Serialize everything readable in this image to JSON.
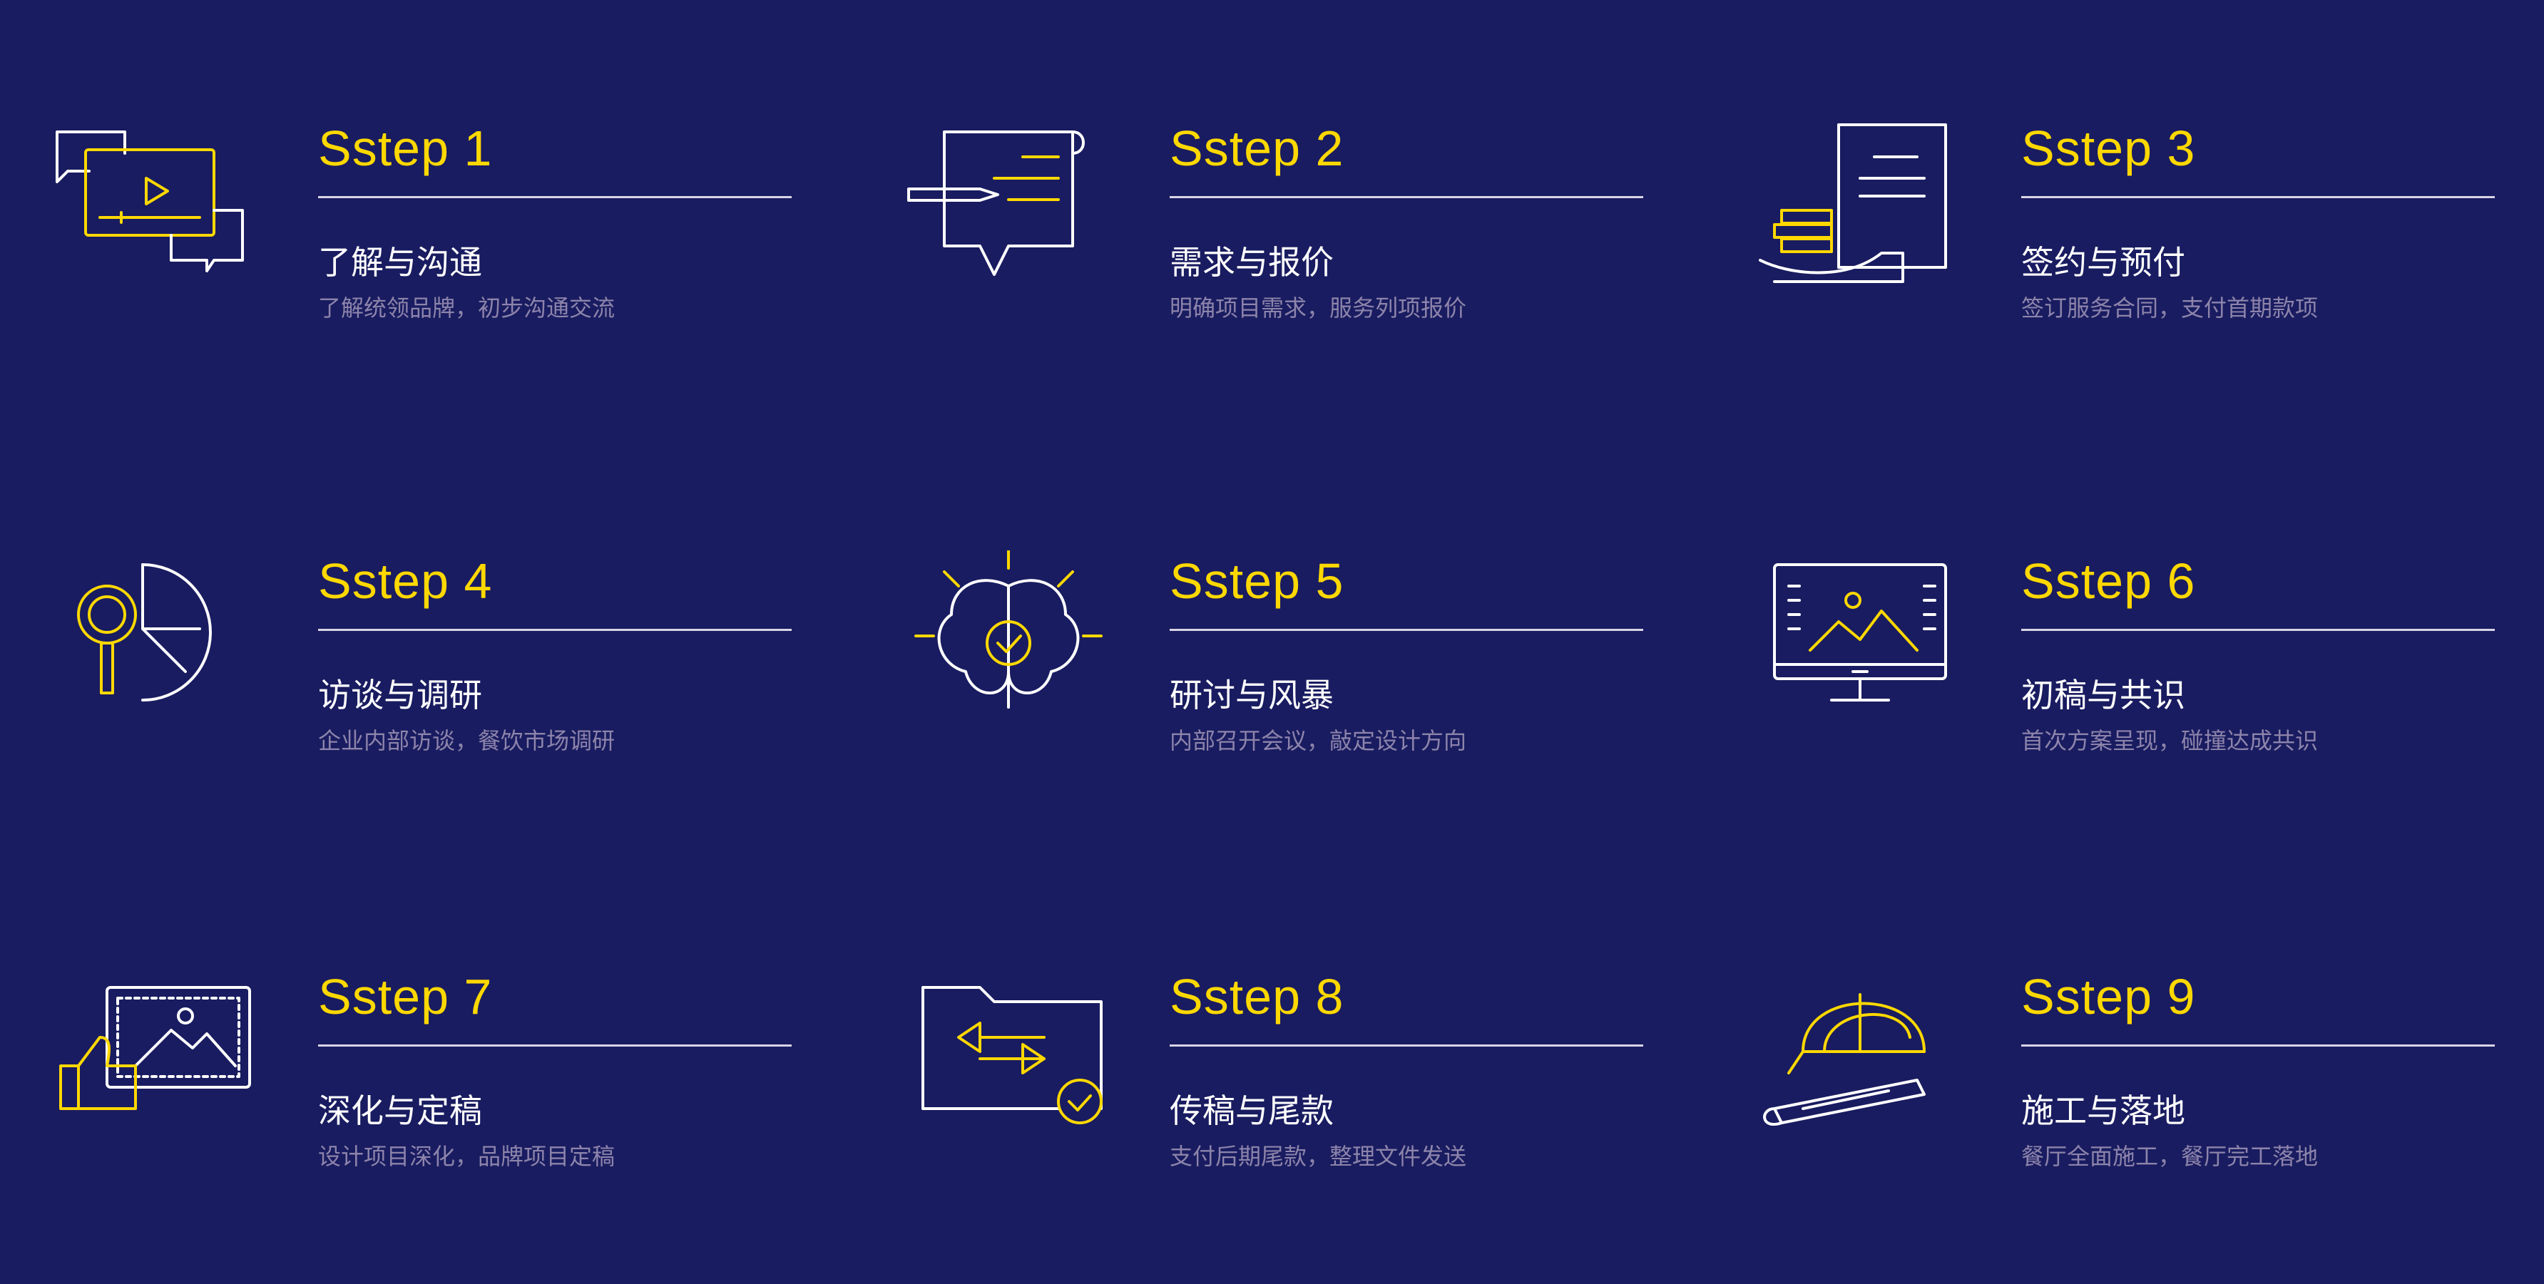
{
  "colors": {
    "background": "#191c60",
    "accent": "#ffd800",
    "text": "#ffffff",
    "muted": "#8d84ab"
  },
  "steps": [
    {
      "title": "Sstep 1",
      "heading": "了解与沟通",
      "sub": "了解统领品牌，初步沟通交流",
      "icon": "video-chat-icon"
    },
    {
      "title": "Sstep 2",
      "heading": "需求与报价",
      "sub": "明确项目需求，服务列项报价",
      "icon": "document-pen-icon"
    },
    {
      "title": "Sstep 3",
      "heading": "签约与预付",
      "sub": "签订服务合同，支付首期款项",
      "icon": "contract-coins-icon"
    },
    {
      "title": "Sstep 4",
      "heading": "访谈与调研",
      "sub": "企业内部访谈，餐饮市场调研",
      "icon": "research-chart-icon"
    },
    {
      "title": "Sstep 5",
      "heading": "研讨与风暴",
      "sub": "内部召开会议，敲定设计方向",
      "icon": "brain-idea-icon"
    },
    {
      "title": "Sstep 6",
      "heading": "初稿与共识",
      "sub": "首次方案呈现，碰撞达成共识",
      "icon": "monitor-draft-icon"
    },
    {
      "title": "Sstep 7",
      "heading": "深化与定稿",
      "sub": "设计项目深化，品牌项目定稿",
      "icon": "thumbs-up-image-icon"
    },
    {
      "title": "Sstep 8",
      "heading": "传稿与尾款",
      "sub": "支付后期尾款，整理文件发送",
      "icon": "folder-transfer-icon"
    },
    {
      "title": "Sstep 9",
      "heading": "施工与落地",
      "sub": "餐厅全面施工，餐厅完工落地",
      "icon": "helmet-blueprint-icon"
    }
  ]
}
